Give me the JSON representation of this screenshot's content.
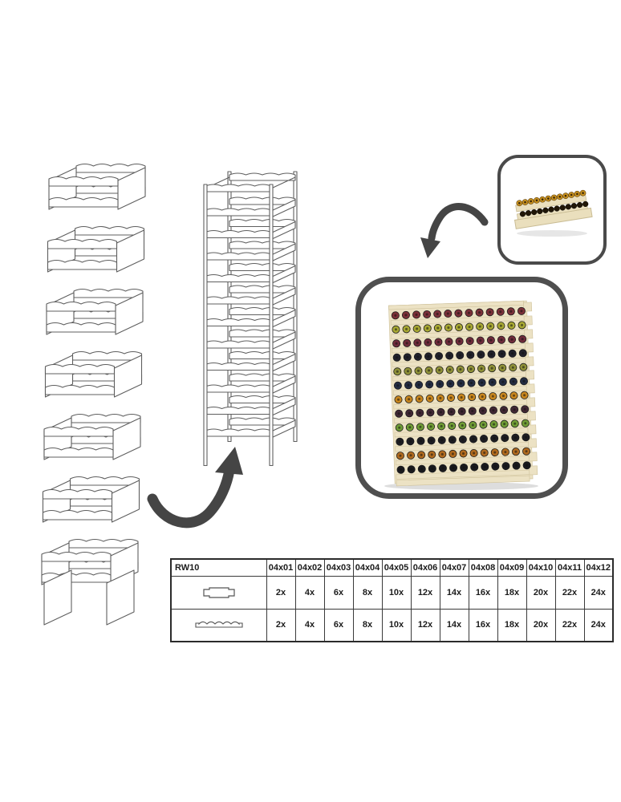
{
  "canvas": {
    "background": "#ffffff",
    "line_color": "#5f5f5f",
    "arrow_color": "#454545"
  },
  "diagrams": {
    "exploded_stack": {
      "name": "exploded-module-stack",
      "module_count": 7
    },
    "assembled_rack": {
      "name": "assembled-rack",
      "shelf_rows": 11
    }
  },
  "photos": {
    "single_row_module": {
      "border_color": "#4a4a4a",
      "wood_color": "#eadfbd",
      "wood_edge_color": "#c9bc94",
      "cap_color": "#c9921f",
      "cap_edge_color": "#6b4a10",
      "bottle_dark_color": "#201607",
      "bottle_count": 12
    },
    "full_rack": {
      "border_color": "#4f4f4f",
      "wood_color": "#ece2c4",
      "wood_edge_color": "#cfc29b",
      "shadow_color": "#dddddd",
      "bottles_per_row": 13,
      "row_colors": [
        "#7b3038",
        "#a8a833",
        "#6f2b3a",
        "#20202a",
        "#8f9138",
        "#232c42",
        "#c8861e",
        "#402733",
        "#6f9c35",
        "#1d1d22",
        "#b06a1e",
        "#19191d"
      ]
    }
  },
  "table": {
    "model": "RW10",
    "size_headers": [
      "04x01",
      "04x02",
      "04x03",
      "04x04",
      "04x05",
      "04x06",
      "04x07",
      "04x08",
      "04x09",
      "04x10",
      "04x11",
      "04x12"
    ],
    "rows": [
      {
        "part": "side-support-panel",
        "quantities": [
          "2x",
          "4x",
          "6x",
          "8x",
          "10x",
          "12x",
          "14x",
          "16x",
          "18x",
          "20x",
          "22x",
          "24x"
        ]
      },
      {
        "part": "wavy-bottle-rail",
        "quantities": [
          "2x",
          "4x",
          "6x",
          "8x",
          "10x",
          "12x",
          "14x",
          "16x",
          "18x",
          "20x",
          "22x",
          "24x"
        ]
      }
    ]
  }
}
